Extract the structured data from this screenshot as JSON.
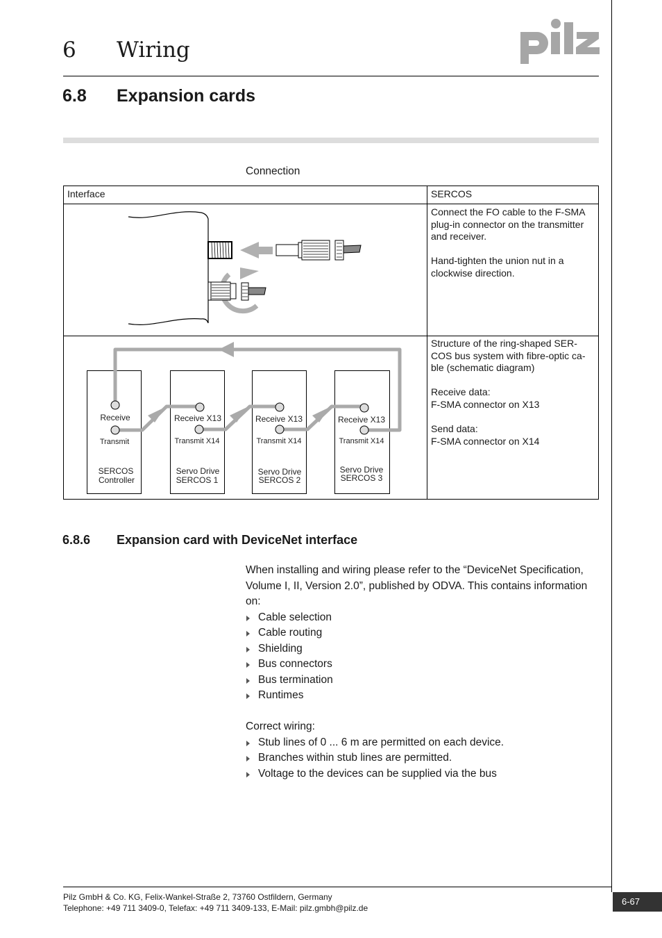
{
  "header": {
    "chapter_number": "6",
    "chapter_title": "Wiring",
    "logo_text": "pilz"
  },
  "section": {
    "number": "6.8",
    "title": "Expansion cards"
  },
  "table_caption": "Connection",
  "table": {
    "headers": [
      "Interface",
      "SERCOS"
    ],
    "row1": {
      "text1": "Connect the FO cable to the F-SMA plug-in connector on the transmitter and receiver.",
      "text2": "Hand-tighten the union nut in a clockwise direction."
    },
    "row2": {
      "text1": "Structure of the ring-shaped SER-COS bus system with fibre-optic ca-ble (schematic diagram)",
      "receive_label": "Receive data:",
      "receive_value": "F-SMA connector on X13",
      "send_label": "Send data:",
      "send_value": "F-SMA connector on X14",
      "diagram": {
        "controller": {
          "receive": "Receive",
          "transmit": "Transmit",
          "name1": "SERCOS",
          "name2": "Controller"
        },
        "drives": [
          {
            "receive": "Receive X13",
            "transmit": "Transmit X14",
            "name1": "Servo Drive",
            "name2": "SERCOS 1"
          },
          {
            "receive": "Receive X13",
            "transmit": "Transmit X14",
            "name1": "Servo Drive",
            "name2": "SERCOS 2"
          },
          {
            "receive": "Receive X13",
            "transmit": "Transmit X14",
            "name1": "Servo Drive",
            "name2": "SERCOS 3"
          }
        ]
      }
    }
  },
  "subsection": {
    "number": "6.8.6",
    "title": "Expansion card with DeviceNet interface"
  },
  "intro": "When installing and wiring please refer to the “DeviceNet Specification, Volume I, II, Version 2.0”, published by ODVA. This contains information on:",
  "info_items": [
    "Cable selection",
    "Cable routing",
    "Shielding",
    "Bus connectors",
    "Bus termination",
    "Runtimes"
  ],
  "correct_wiring_label": "Correct wiring:",
  "wiring_items": [
    "Stub lines of 0 ... 6 m are permitted on each device.",
    "Branches within stub lines are permitted.",
    "Voltage to the devices can be supplied via the bus"
  ],
  "footer": {
    "line1": "Pilz GmbH & Co. KG, Felix-Wankel-Straße 2, 73760 Ostfildern, Germany",
    "line2": "Telephone: +49 711 3409-0, Telefax: +49 711 3409-133, E-Mail: pilz.gmbh@pilz.de",
    "page": "6-67"
  },
  "colors": {
    "logo": "#a6a6a6",
    "rule_bar": "#dddddd",
    "diagram_gray": "#aaaaaa",
    "page_box": "#333333"
  }
}
